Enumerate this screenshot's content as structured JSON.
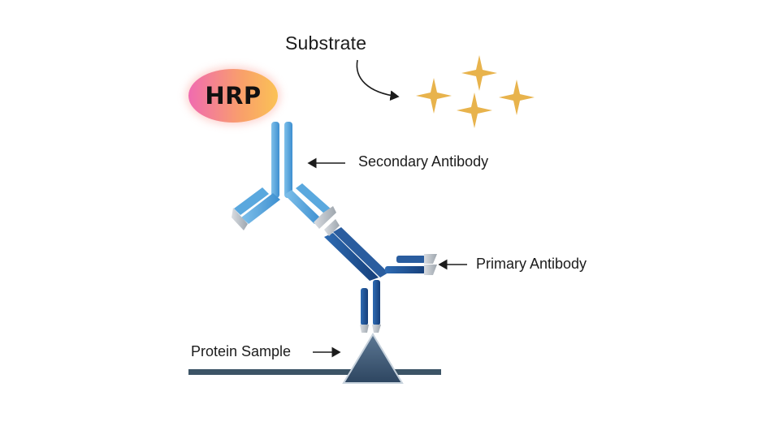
{
  "labels": {
    "substrate": "Substrate",
    "hrp": "HRP",
    "secondary_antibody": "Secondary Antibody",
    "primary_antibody": "Primary Antibody",
    "protein_sample": "Protein Sample"
  },
  "colors": {
    "secondary_antibody": "#4f9fd8",
    "primary_antibody": "#1f4e8f",
    "star": "#e8b34c",
    "protein_triangle": "#3e5a76",
    "membrane_line": "#3c5466",
    "hrp_gradient_start": "#f06bb0",
    "hrp_gradient_end": "#fbc255",
    "arrow": "#1c1c1c"
  }
}
